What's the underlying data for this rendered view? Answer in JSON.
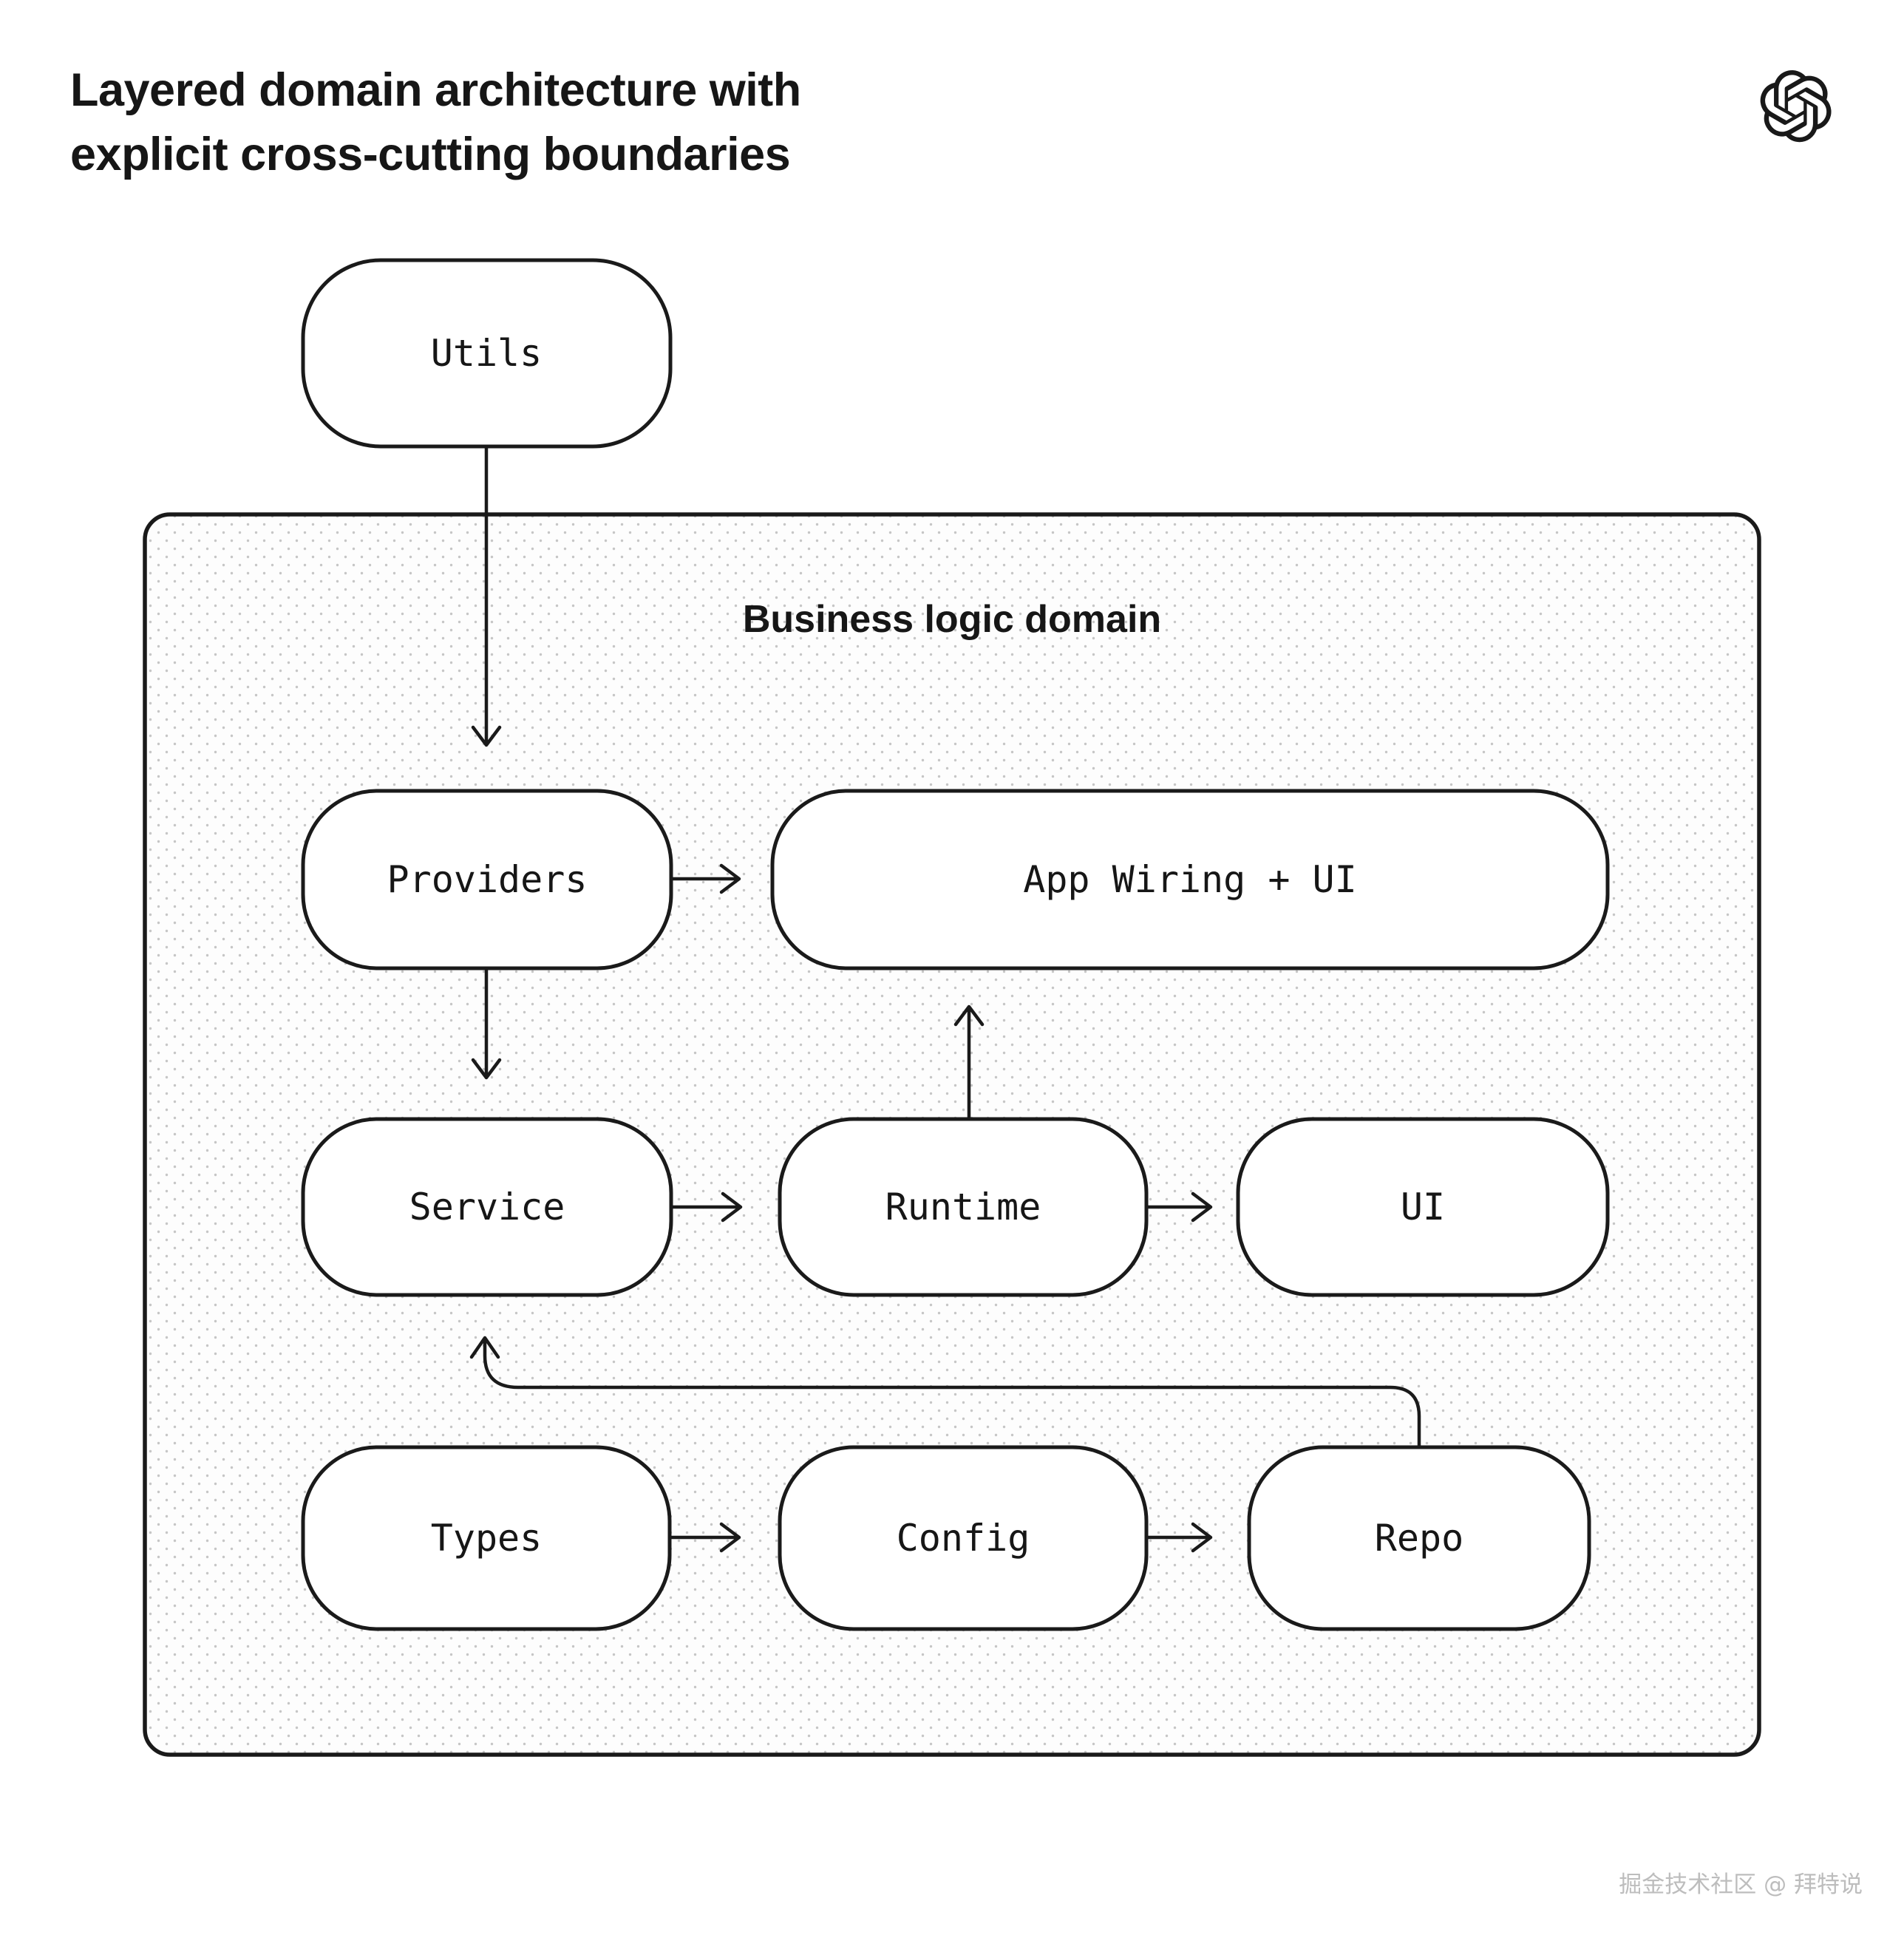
{
  "title": {
    "line1": "Layered domain architecture with",
    "line2": "explicit cross-cutting boundaries"
  },
  "brand": {
    "logo": "openai-logo"
  },
  "container": {
    "label": "Business logic domain"
  },
  "nodes": {
    "utils": "Utils",
    "providers": "Providers",
    "app_wiring": "App Wiring + UI",
    "service": "Service",
    "runtime": "Runtime",
    "ui": "UI",
    "types": "Types",
    "config": "Config",
    "repo": "Repo"
  },
  "edges": [
    {
      "from": "Utils",
      "to": "Providers"
    },
    {
      "from": "Providers",
      "to": "App Wiring + UI"
    },
    {
      "from": "Providers",
      "to": "Service"
    },
    {
      "from": "Runtime",
      "to": "App Wiring + UI"
    },
    {
      "from": "Service",
      "to": "Runtime"
    },
    {
      "from": "Runtime",
      "to": "UI"
    },
    {
      "from": "Types",
      "to": "Config"
    },
    {
      "from": "Config",
      "to": "Repo"
    },
    {
      "from": "Repo",
      "to": "Service"
    }
  ],
  "watermark": "掘金技术社区 @ 拜特说",
  "colors": {
    "background": "#ffffff",
    "stroke": "#1a1a1a",
    "container_fill": "#fdfdfd",
    "dot": "#c6c6c6",
    "watermark": "#bdbdbd"
  }
}
